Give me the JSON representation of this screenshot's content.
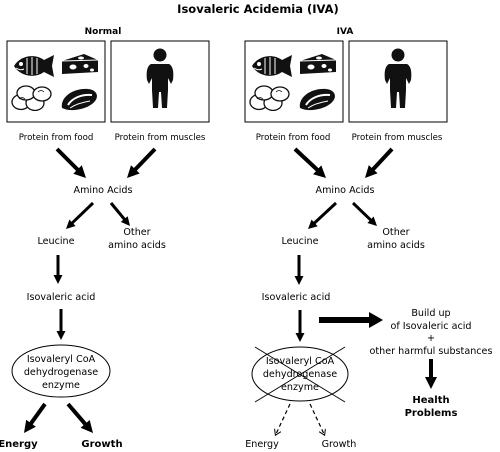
{
  "title": "Isovaleric Acidemia (IVA)",
  "panels": {
    "normal": {
      "heading": "Normal",
      "food_caption": "Protein from food",
      "muscle_caption": "Protein from muscles",
      "amino_acids": "Amino Acids",
      "leucine": "Leucine",
      "other_1": "Other",
      "other_2": "amino acids",
      "isovaleric_acid": "Isovaleric acid",
      "enzyme_1": "Isovaleryl CoA",
      "enzyme_2": "dehydrogenase",
      "enzyme_3": "enzyme",
      "energy": "Energy",
      "growth": "Growth"
    },
    "iva": {
      "heading": "IVA",
      "food_caption": "Protein from food",
      "muscle_caption": "Protein from muscles",
      "amino_acids": "Amino Acids",
      "leucine": "Leucine",
      "other_1": "Other",
      "other_2": "amino acids",
      "isovaleric_acid": "Isovaleric acid",
      "enzyme_1": "Isovaleryl CoA",
      "enzyme_2": "dehydrogenase",
      "enzyme_3": "enzyme",
      "energy": "Energy",
      "growth": "Growth",
      "buildup_1": "Build up",
      "buildup_2": "of Isovaleric acid",
      "buildup_3": "+",
      "buildup_4": "other harmful substances",
      "health_1": "Health",
      "health_2": "Problems"
    }
  },
  "icons": {
    "fish": "fish-icon",
    "cheese": "cheese-icon",
    "eggs": "eggs-icon",
    "meat": "meat-icon",
    "person": "person-icon"
  }
}
